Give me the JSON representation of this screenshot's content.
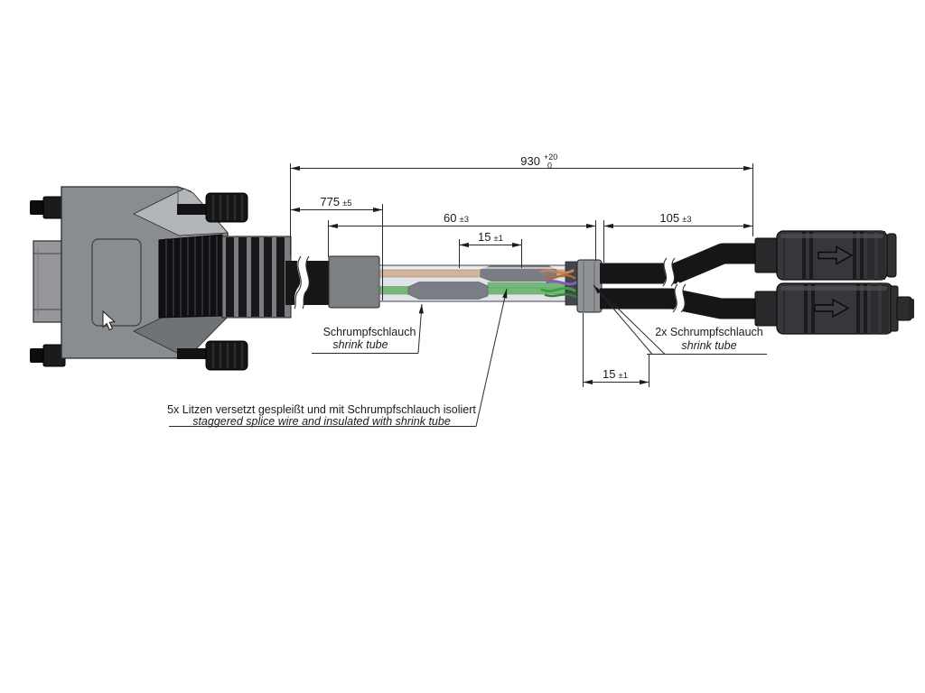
{
  "drawing": {
    "kind": "cable-assembly-technical-drawing",
    "dims": {
      "overall": {
        "value": "930",
        "tol_upper": "+20",
        "tol_lower": "0"
      },
      "to_splice": {
        "value": "775",
        "tol": "±5"
      },
      "splice_zone": {
        "value": "60",
        "tol": "±3"
      },
      "splice_top": {
        "value": "15",
        "tol": "±1"
      },
      "branch": {
        "value": "105",
        "tol": "±3"
      },
      "branch_tube": {
        "value": "15",
        "tol": "±1"
      }
    },
    "callouts": {
      "shrink_tube": {
        "de": "Schrumpfschlauch",
        "en": "shrink tube"
      },
      "shrink_tube_2x": {
        "de": "2x Schrumpfschlauch",
        "en": "shrink tube"
      },
      "splice_note": {
        "de": "5x Litzen versetzt gespleißt und mit Schrumpfschlauch isoliert",
        "en": "staggered splice wire and insulated with shrink tube"
      }
    },
    "icons": {
      "cursor": "arrow-pointer",
      "connector_arrow": "direction-arrow-right"
    },
    "colors": {
      "background": "#ffffff",
      "connector_body_gray": "#8a8d90",
      "connector_highlight": "#b3b6b9",
      "cable_black": "#161616",
      "shrink_sleeve_gray": "#7c7f83",
      "clear_tube": "#dcdfe4",
      "splice_sleeve": "#4a4d53",
      "wire_tan": "#c69b6e",
      "wire_green": "#3f9f42",
      "wire_purple": "#7e62b4",
      "wire_orange": "#c8834e",
      "dimension_line": "#2a2a2a"
    }
  }
}
